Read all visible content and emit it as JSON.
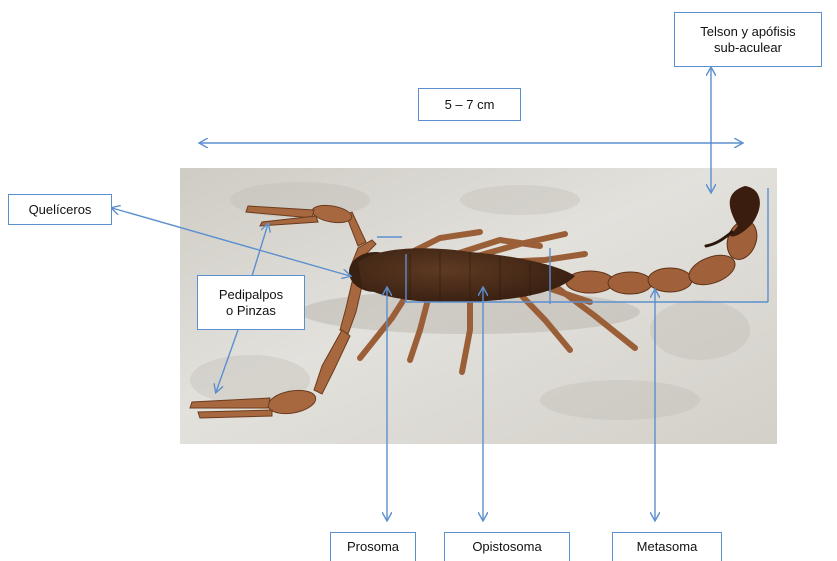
{
  "measure_label": "5 – 7 cm",
  "labels": {
    "telson": "Telson y apófisis\nsub-aculear",
    "queliceros": "Quelíceros",
    "pedipalpos": "Pedipalpos\no Pinzas",
    "prosoma": "Prosoma",
    "opistosoma": "Opistosoma",
    "metasoma": "Metasoma"
  },
  "colors": {
    "arrow": "#5b8fcf",
    "body": "#4a2a18",
    "limb": "#a8683f",
    "background": "#dcd9d2"
  }
}
